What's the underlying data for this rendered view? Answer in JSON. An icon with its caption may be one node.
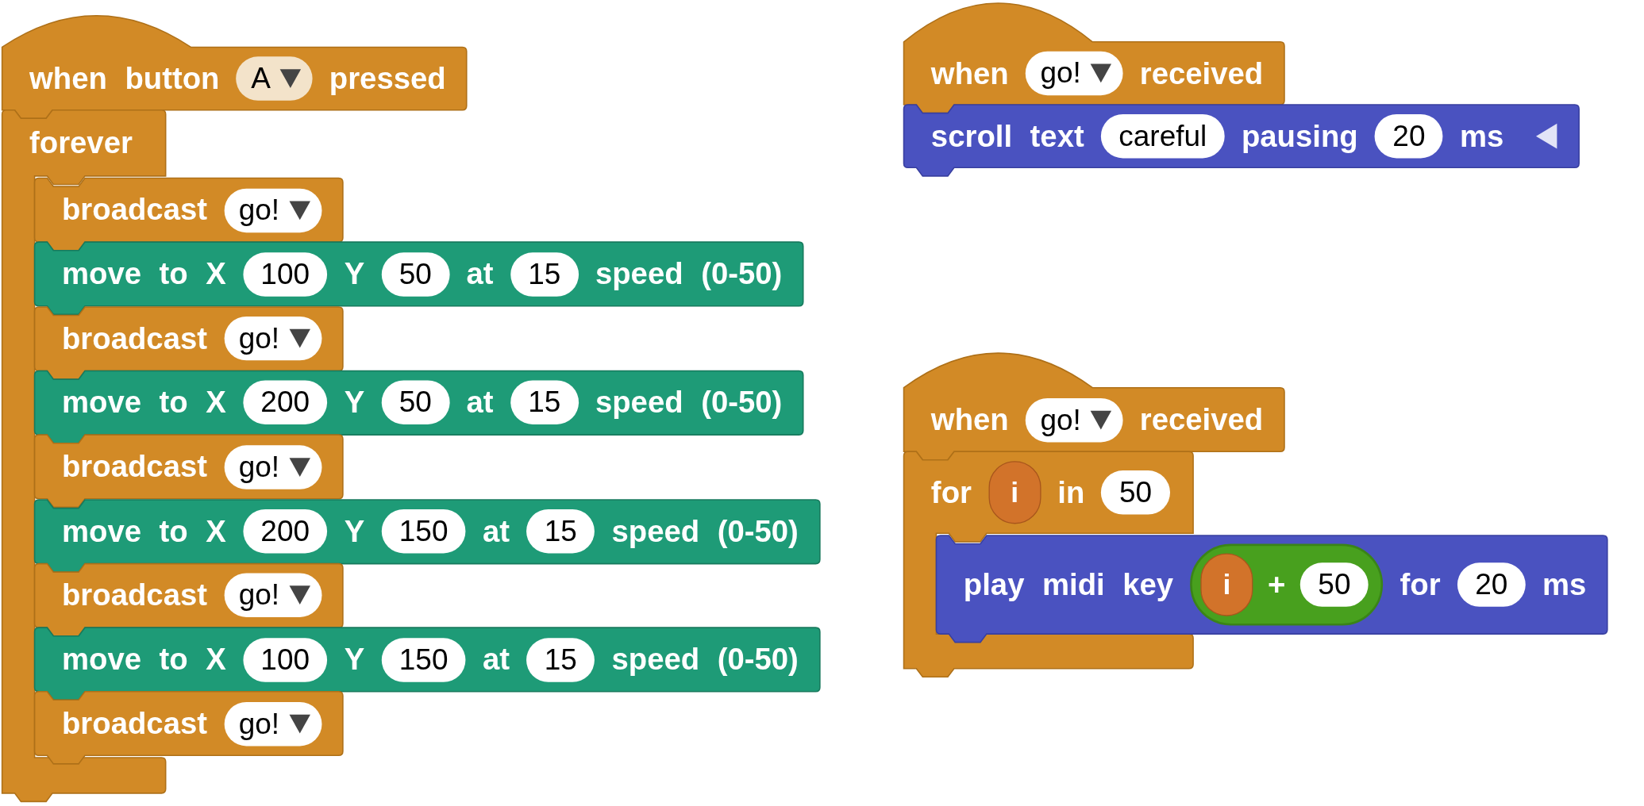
{
  "diagram": {
    "nodes": [
      {
        "text": [
          "when button",
          "pressed"
        ]
      },
      {
        "text": [
          "A"
        ],
        "in": 0
      },
      {
        "text": [
          "forever"
        ]
      },
      {
        "text": [
          "broadcast"
        ]
      },
      {
        "text": [
          "go!"
        ],
        "in": 3
      },
      {
        "text": [
          "move to X",
          "Y",
          "at",
          "speed (0-50)"
        ]
      },
      {
        "text": [
          "100"
        ],
        "in": 5
      },
      {
        "text": [
          "50"
        ],
        "in": 5
      },
      {
        "text": [
          "15"
        ],
        "in": 5
      },
      {
        "text": [
          "broadcast"
        ]
      },
      {
        "text": [
          "go!"
        ],
        "in": 9
      },
      {
        "text": [
          "move to X",
          "Y",
          "at",
          "speed (0-50)"
        ]
      },
      {
        "text": [
          "200"
        ],
        "in": 11
      },
      {
        "text": [
          "50"
        ],
        "in": 11
      },
      {
        "text": [
          "15"
        ],
        "in": 11
      },
      {
        "text": [
          "broadcast"
        ]
      },
      {
        "text": [
          "go!"
        ],
        "in": 15
      },
      {
        "text": [
          "move to X",
          "Y",
          "at",
          "speed (0-50)"
        ]
      },
      {
        "text": [
          "200"
        ],
        "in": 17
      },
      {
        "text": [
          "150"
        ],
        "in": 17
      },
      {
        "text": [
          "15"
        ],
        "in": 17
      },
      {
        "text": [
          "broadcast"
        ]
      },
      {
        "text": [
          "go!"
        ],
        "in": 21
      },
      {
        "text": [
          "move to X",
          "Y",
          "at",
          "speed (0-50)"
        ]
      },
      {
        "text": [
          "100"
        ],
        "in": 23
      },
      {
        "text": [
          "150"
        ],
        "in": 23
      },
      {
        "text": [
          "15"
        ],
        "in": 23
      },
      {
        "text": [
          "broadcast"
        ]
      },
      {
        "text": [
          "go!"
        ],
        "in": 27
      },
      {
        "text": [
          "when",
          "received"
        ]
      },
      {
        "text": [
          "go!"
        ],
        "in": 29
      },
      {
        "text": [
          "scroll text",
          "pausing",
          "ms"
        ]
      },
      {
        "text": [
          "careful"
        ],
        "in": 31
      },
      {
        "text": [
          "20"
        ],
        "in": 31
      },
      {
        "text": [
          "when",
          "received"
        ]
      },
      {
        "text": [
          "go!"
        ],
        "in": 34
      },
      {
        "text": [
          "for",
          "in"
        ]
      },
      {
        "text": [
          "i"
        ],
        "in": 36
      },
      {
        "text": [
          "50"
        ],
        "in": 36
      },
      {
        "text": [
          "play midi key",
          "for",
          "ms"
        ]
      },
      {
        "text": [
          "+"
        ],
        "in": 39
      },
      {
        "text": [
          "i"
        ],
        "in": 40
      },
      {
        "text": [
          "50"
        ],
        "in": 40
      },
      {
        "text": [
          "20"
        ],
        "in": 39
      }
    ]
  }
}
